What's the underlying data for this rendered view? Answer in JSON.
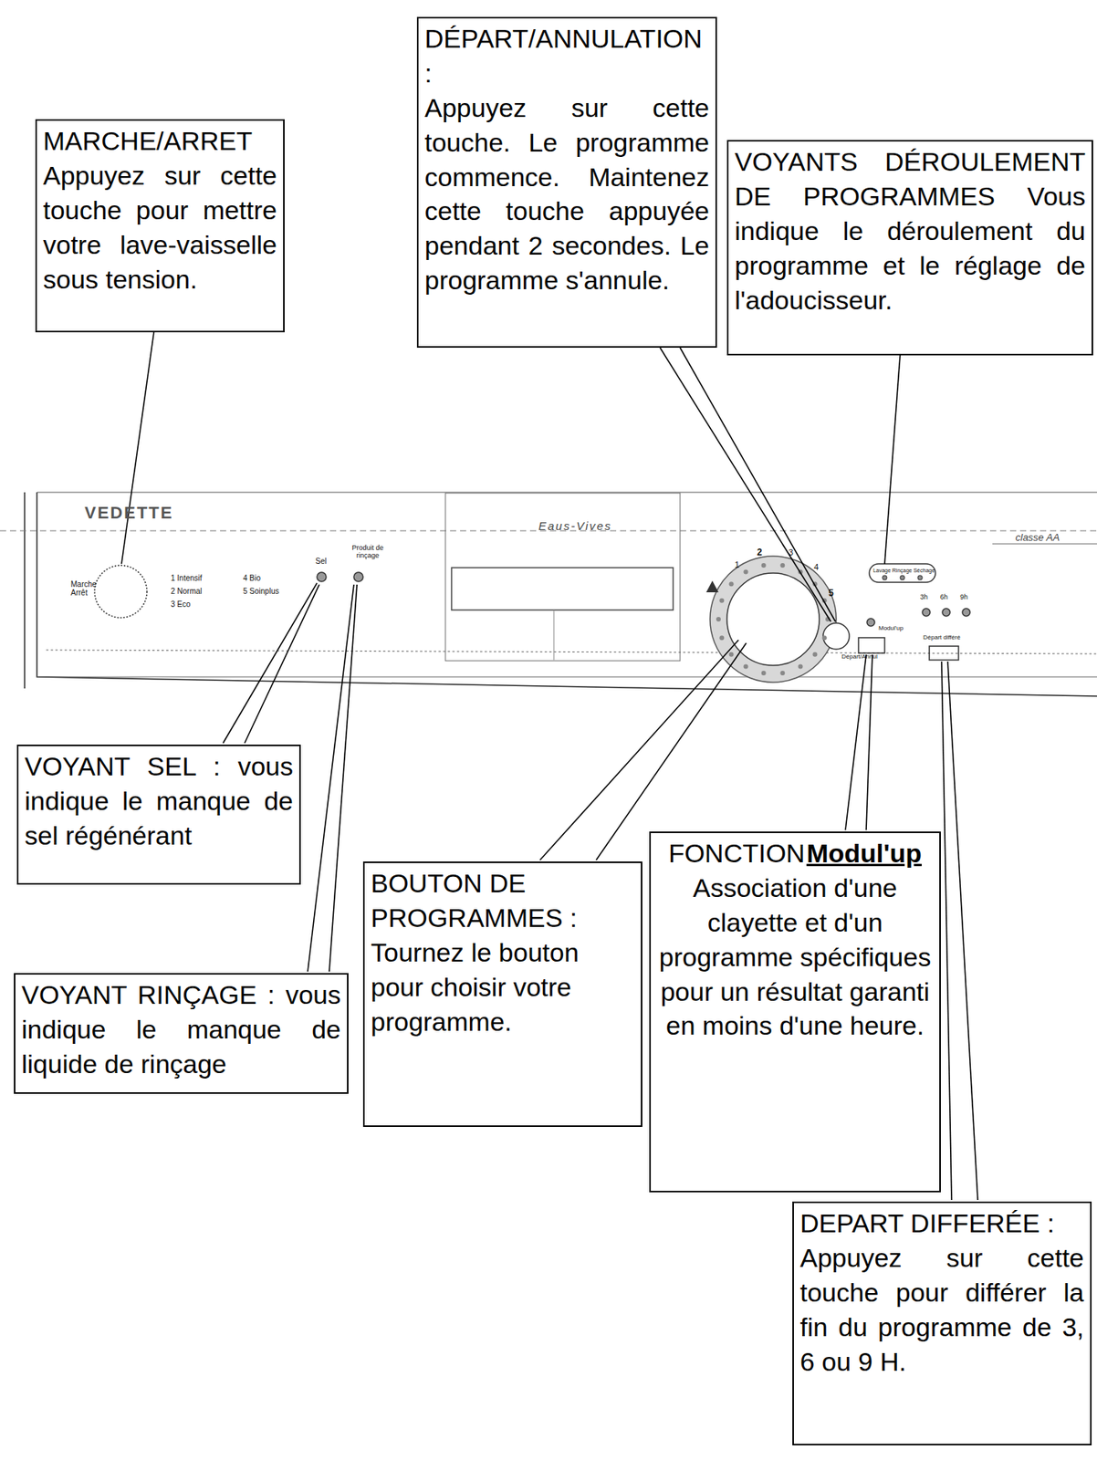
{
  "diagram": {
    "nodes": [
      {
        "text": [
          "MARCHE/ARRET",
          "Appuyez sur cette touche pour mettre votre lave-vaisselle sous tension."
        ]
      },
      {
        "text": [
          "DÉPART/ANNULATION :",
          "Appuyez sur cette touche. Le programme commence. Maintenez cette touche appuyée pendant 2 secondes. Le programme s'annule."
        ]
      },
      {
        "text": [
          "VOYANTS DÉROULEMENT DE PROGRAMMES Vous indique le déroulement du programme et le réglage de l'adoucisseur."
        ]
      },
      {
        "text": [
          "VOYANT SEL : vous indique le manque de sel régénérant"
        ]
      },
      {
        "text": [
          "FONCTION",
          "Modul'up",
          "Association d'une clayette et d'un programme spécifiques pour un résultat garanti en moins d'une heure."
        ]
      },
      {
        "text": [
          "BOUTON DE PROGRAMMES :",
          "Tournez le bouton pour choisir votre programme."
        ]
      },
      {
        "text": [
          "VOYANT RINÇAGE : vous indique le manque de liquide de rinçage"
        ]
      },
      {
        "text": [
          "DEPART DIFFERÉE :",
          "Appuyez sur cette touche pour différer la fin du programme de 3, 6 ou 9 H."
        ]
      }
    ],
    "labels": [
      "VEDETTE",
      "Marche Arrêt",
      "1 Intensif",
      "2 Normal",
      "3 Eco",
      "4 Bio",
      "5 Soinplus",
      "Sel",
      "Produit de rinçage",
      "Eaus-Vives",
      "1",
      "2",
      "3",
      "4",
      "5",
      "Lavage Rinçage Séchage",
      "3h",
      "6h",
      "9h",
      "Modul'up",
      "Départ/Annul",
      "Départ différé",
      "classe AA"
    ]
  }
}
